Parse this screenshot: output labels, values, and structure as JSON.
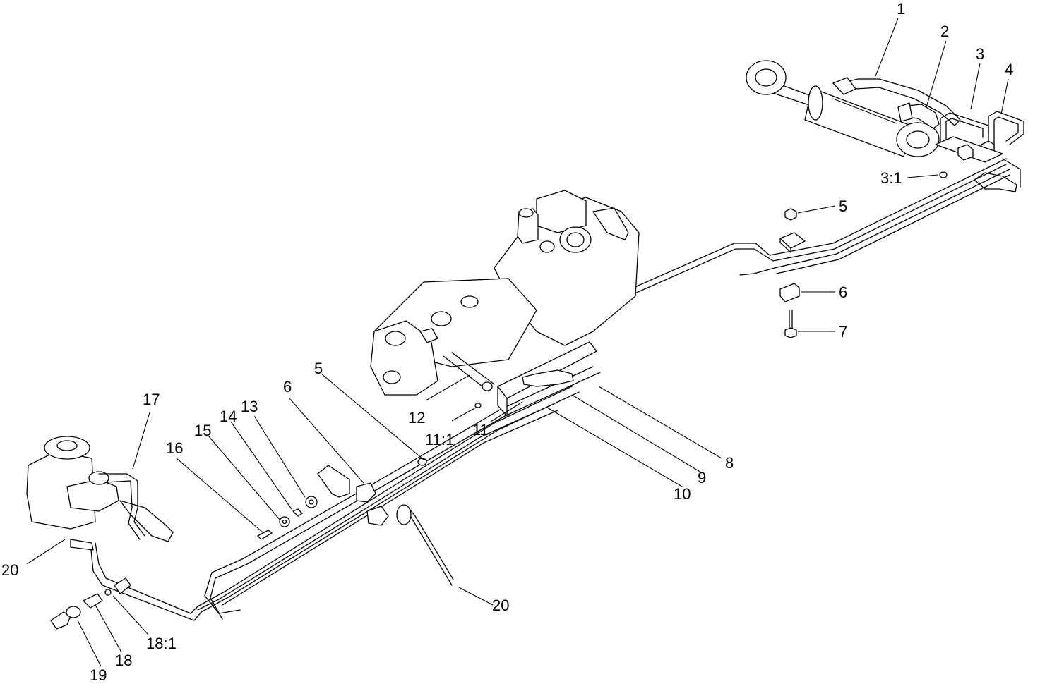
{
  "callouts": [
    {
      "id": "c1",
      "text": "1"
    },
    {
      "id": "c2",
      "text": "2"
    },
    {
      "id": "c3",
      "text": "3"
    },
    {
      "id": "c4",
      "text": "4"
    },
    {
      "id": "c3_1",
      "text": "3:1"
    },
    {
      "id": "c5a",
      "text": "5"
    },
    {
      "id": "c6a",
      "text": "6"
    },
    {
      "id": "c7",
      "text": "7"
    },
    {
      "id": "c5b",
      "text": "5"
    },
    {
      "id": "c6b",
      "text": "6"
    },
    {
      "id": "c12",
      "text": "12"
    },
    {
      "id": "c11_1",
      "text": "11:1"
    },
    {
      "id": "c11",
      "text": "11"
    },
    {
      "id": "c8",
      "text": "8"
    },
    {
      "id": "c9",
      "text": "9"
    },
    {
      "id": "c10",
      "text": "10"
    },
    {
      "id": "c17",
      "text": "17"
    },
    {
      "id": "c13",
      "text": "13"
    },
    {
      "id": "c14",
      "text": "14"
    },
    {
      "id": "c15",
      "text": "15"
    },
    {
      "id": "c16",
      "text": "16"
    },
    {
      "id": "c20a",
      "text": "20"
    },
    {
      "id": "c20b",
      "text": "20"
    },
    {
      "id": "c18_1",
      "text": "18:1"
    },
    {
      "id": "c18",
      "text": "18"
    },
    {
      "id": "c19",
      "text": "19"
    }
  ]
}
